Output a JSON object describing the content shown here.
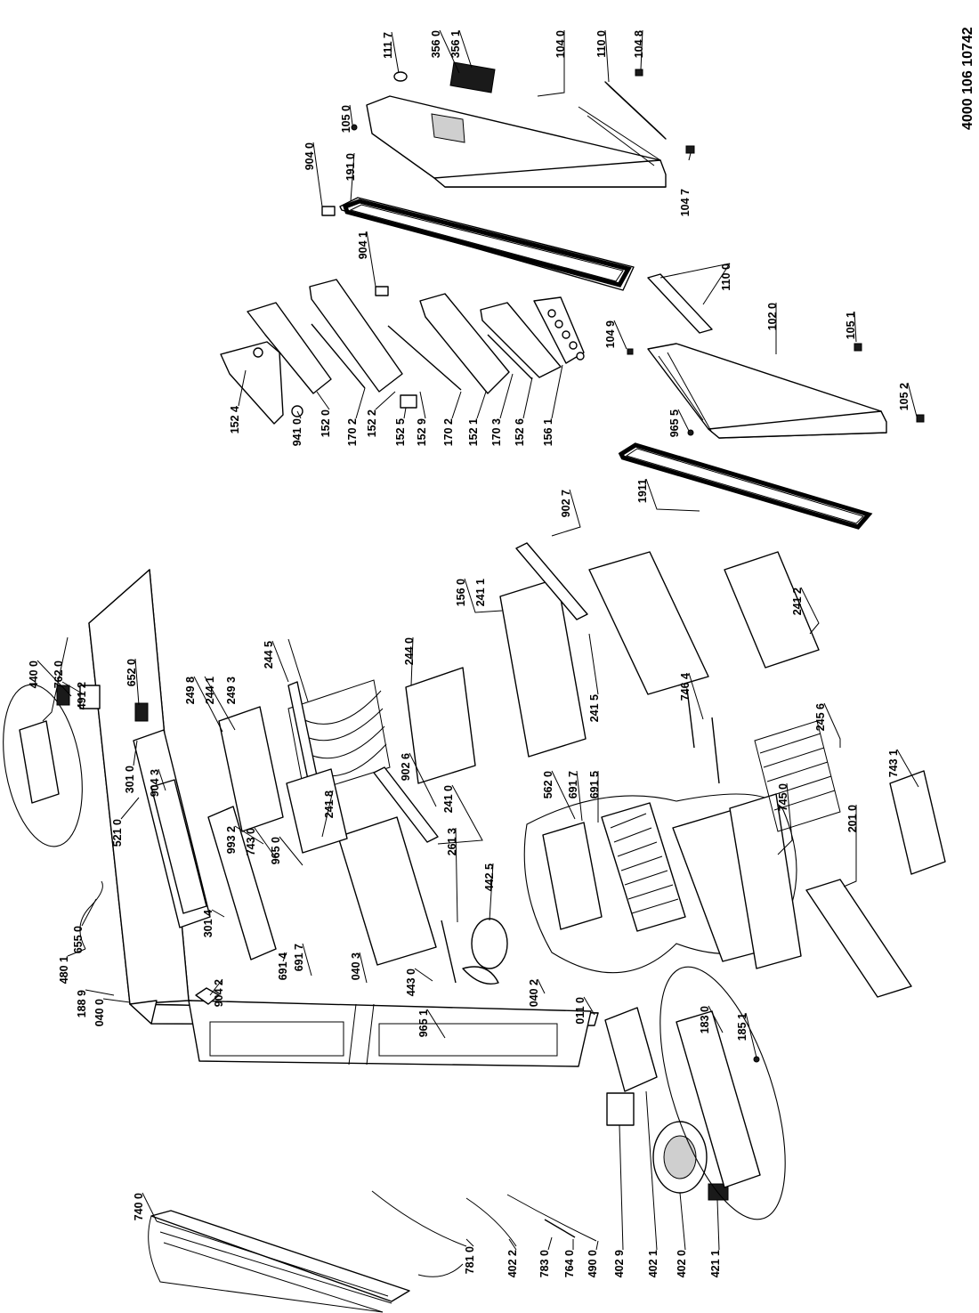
{
  "document_code": "4000 106 10742",
  "callouts": [
    {
      "id": "1117",
      "label": "111 7"
    },
    {
      "id": "3560",
      "label": "356 0"
    },
    {
      "id": "3561",
      "label": "356 1"
    },
    {
      "id": "1040",
      "label": "104 0"
    },
    {
      "id": "1100a",
      "label": "110 0"
    },
    {
      "id": "1048",
      "label": "104 8"
    },
    {
      "id": "1050",
      "label": "105 0"
    },
    {
      "id": "1047",
      "label": "104 7"
    },
    {
      "id": "9040",
      "label": "904 0"
    },
    {
      "id": "1910",
      "label": "191 0"
    },
    {
      "id": "9041",
      "label": "904 1"
    },
    {
      "id": "1100b",
      "label": "110 0"
    },
    {
      "id": "1020",
      "label": "102 0"
    },
    {
      "id": "1051",
      "label": "105 1"
    },
    {
      "id": "1049",
      "label": "104 9"
    },
    {
      "id": "9655",
      "label": "965 5"
    },
    {
      "id": "1052",
      "label": "105 2"
    },
    {
      "id": "1911",
      "label": "1911"
    },
    {
      "id": "1524",
      "label": "152 4"
    },
    {
      "id": "9410",
      "label": "941 0"
    },
    {
      "id": "1520",
      "label": "152 0"
    },
    {
      "id": "1702a",
      "label": "170 2"
    },
    {
      "id": "1522",
      "label": "152 2"
    },
    {
      "id": "1525",
      "label": "152 5"
    },
    {
      "id": "1529",
      "label": "152 9"
    },
    {
      "id": "1702b",
      "label": "170 2"
    },
    {
      "id": "1521",
      "label": "152 1"
    },
    {
      "id": "1703",
      "label": "170 3"
    },
    {
      "id": "1526",
      "label": "152 6"
    },
    {
      "id": "1561",
      "label": "156 1"
    },
    {
      "id": "9027",
      "label": "902 7"
    },
    {
      "id": "1560",
      "label": "156 0"
    },
    {
      "id": "2411",
      "label": "241 1"
    },
    {
      "id": "2415",
      "label": "241 5"
    },
    {
      "id": "2412",
      "label": "241 2"
    },
    {
      "id": "4400",
      "label": "440 0"
    },
    {
      "id": "7620",
      "label": "762 0"
    },
    {
      "id": "4912",
      "label": "491 2"
    },
    {
      "id": "6520",
      "label": "652 0"
    },
    {
      "id": "2498",
      "label": "249 8"
    },
    {
      "id": "2441",
      "label": "244 1"
    },
    {
      "id": "2493",
      "label": "249 3"
    },
    {
      "id": "2445",
      "label": "244 5"
    },
    {
      "id": "2440",
      "label": "244 0"
    },
    {
      "id": "7464",
      "label": "746 4"
    },
    {
      "id": "2456",
      "label": "245 6"
    },
    {
      "id": "7431",
      "label": "743 1"
    },
    {
      "id": "5620",
      "label": "562 0"
    },
    {
      "id": "6917a",
      "label": "691 7"
    },
    {
      "id": "6915",
      "label": "691 5"
    },
    {
      "id": "7450",
      "label": "745  0"
    },
    {
      "id": "2010",
      "label": "201 0"
    },
    {
      "id": "9026",
      "label": "902 6"
    },
    {
      "id": "2410",
      "label": "241 0"
    },
    {
      "id": "2418",
      "label": "241 8"
    },
    {
      "id": "2613",
      "label": "261 3"
    },
    {
      "id": "4425",
      "label": "442 5"
    },
    {
      "id": "4801",
      "label": "480 1"
    },
    {
      "id": "6550",
      "label": "655 0"
    },
    {
      "id": "3010",
      "label": "301 0"
    },
    {
      "id": "9043",
      "label": "904 3"
    },
    {
      "id": "9932",
      "label": "993 2"
    },
    {
      "id": "7430",
      "label": "743 0"
    },
    {
      "id": "9650",
      "label": "965 0"
    },
    {
      "id": "5210",
      "label": "521 0"
    },
    {
      "id": "1889",
      "label": "188 9"
    },
    {
      "id": "0400",
      "label": "040 0"
    },
    {
      "id": "3014",
      "label": "301 4"
    },
    {
      "id": "6914",
      "label": "691 4"
    },
    {
      "id": "6917b",
      "label": "691 7"
    },
    {
      "id": "0403",
      "label": "040 3"
    },
    {
      "id": "4430",
      "label": "443 0"
    },
    {
      "id": "9651",
      "label": "965 1"
    },
    {
      "id": "0402",
      "label": "040 2"
    },
    {
      "id": "0110",
      "label": "011 0"
    },
    {
      "id": "1830",
      "label": "183 0"
    },
    {
      "id": "1851",
      "label": "185 1"
    },
    {
      "id": "9042",
      "label": "904 2"
    },
    {
      "id": "7400",
      "label": "740 0"
    },
    {
      "id": "7810",
      "label": "781 0"
    },
    {
      "id": "4022",
      "label": "402 2"
    },
    {
      "id": "7830",
      "label": "783 0"
    },
    {
      "id": "7640",
      "label": "764 0"
    },
    {
      "id": "4900",
      "label": "490 0"
    },
    {
      "id": "4029",
      "label": "402 9"
    },
    {
      "id": "4021",
      "label": "402 1"
    },
    {
      "id": "4020",
      "label": "402 0"
    },
    {
      "id": "4211",
      "label": "421 1"
    }
  ]
}
